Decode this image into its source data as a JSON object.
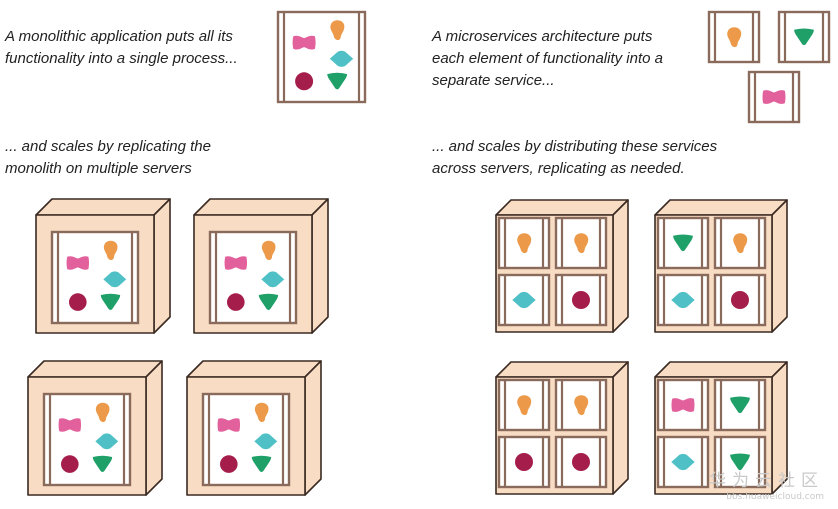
{
  "captions": {
    "monolith_intro": "A monolithic application puts all its\nfunctionality into a single process...",
    "micro_intro": "A microservices architecture puts\neach element of functionality into a\nseparate service...",
    "monolith_scale": "... and scales by replicating the\nmonolith on multiple servers",
    "micro_scale": "... and scales by distributing these services\nacross servers, replicating as needed."
  },
  "watermark": {
    "brand": "华为云社区",
    "url": "bbs.huaweicloud.com"
  },
  "colors": {
    "frame": "#8a6a5a",
    "server_fill": "#f9dcc4",
    "server_stroke": "#3a2a22",
    "orange": "#ec9a4a",
    "pink": "#e2609b",
    "teal": "#4fc1c6",
    "crimson": "#a51e4b",
    "green": "#1fa068"
  },
  "shapes": [
    "orange-blob",
    "pink-bowtie",
    "teal-diamond",
    "crimson-circle",
    "green-triangle"
  ],
  "monolith_servers": 4,
  "micro_servers": [
    [
      "orange-blob",
      "orange-blob",
      "teal-diamond",
      "crimson-circle"
    ],
    [
      "green-triangle",
      "orange-blob",
      "teal-diamond",
      "crimson-circle"
    ],
    [
      "orange-blob",
      "orange-blob",
      "crimson-circle",
      "crimson-circle"
    ],
    [
      "pink-bowtie",
      "green-triangle",
      "teal-diamond",
      "green-triangle"
    ]
  ]
}
